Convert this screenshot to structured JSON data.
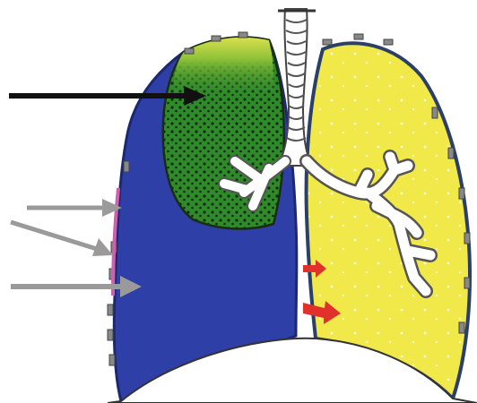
{
  "colors": {
    "background": "#ffffff",
    "pleural_effusion": "#2e3fa8",
    "consolidation": "#2f8a2a",
    "consolidation_apex": "#c4d84a",
    "aerated_lung": "#f1e84a",
    "lung_outline": "#3a4a6a",
    "airways": "#ffffff",
    "airway_outline": "#555555",
    "pointer_black": "#111111",
    "pointer_grey": "#9a9a9a",
    "mediastinal_shift_arrows": "#e0322a",
    "chest_wall_marks": "#888888",
    "pink_pleura": "#d05fb0"
  },
  "pointers": [
    {
      "name": "black-pointer-arrow",
      "color": "pointer_black"
    },
    {
      "name": "grey-pointer-arrow-upper",
      "color": "pointer_grey"
    },
    {
      "name": "grey-pointer-arrow-middle",
      "color": "pointer_grey"
    },
    {
      "name": "grey-pointer-arrow-lower",
      "color": "pointer_grey"
    }
  ],
  "shift_arrows": 2,
  "icons": [
    "trachea-icon",
    "bronchial-tree-icon",
    "red-arrow-icon"
  ]
}
